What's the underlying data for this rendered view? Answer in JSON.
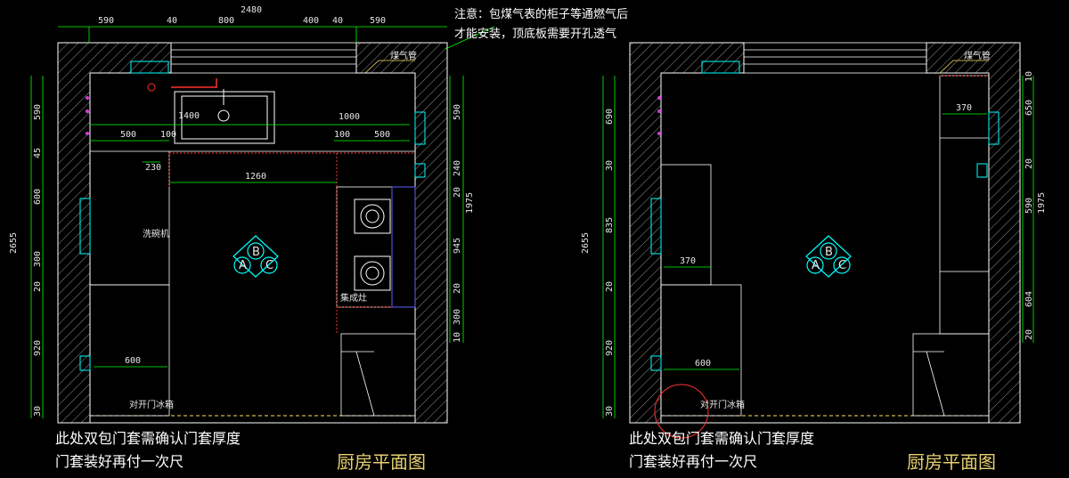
{
  "top_note": {
    "line1": "注意：包煤气表的柜子等通燃气后",
    "line2": "才能安装，顶底板需要开孔透气"
  },
  "left_plan": {
    "title": "厨房平面图",
    "footnote_line1": "此处双包门套需确认门套厚度",
    "footnote_line2": "门套装好再付一次尺",
    "labels": {
      "gas_pipe": "煤气管",
      "dishwasher": "洗碗机",
      "stove": "集成灶",
      "fridge": "对开门冰箱",
      "sink": "1400"
    },
    "top_dims": [
      "2480",
      "590",
      "40",
      "800",
      "400",
      "40",
      "590"
    ],
    "inner_dims": [
      "1000",
      "500",
      "100",
      "100",
      "500",
      "230",
      "1260",
      "600"
    ],
    "left_dims": [
      "2655",
      "590",
      "45",
      "600",
      "300",
      "20",
      "920",
      "30"
    ],
    "right_dims": [
      "1975",
      "590",
      "240",
      "20",
      "945",
      "20",
      "300",
      "10"
    ],
    "markers": [
      "A",
      "B",
      "C"
    ]
  },
  "right_plan": {
    "title": "厨房平面图",
    "footnote_line1": "此处双包门套需确认门套厚度",
    "footnote_line2": "门套装好再付一次尺",
    "labels": {
      "gas_pipe": "煤气管",
      "fridge": "对开门冰箱"
    },
    "inner_dims": [
      "370",
      "370",
      "600"
    ],
    "left_dims": [
      "2655",
      "690",
      "30",
      "835",
      "20",
      "920",
      "30"
    ],
    "right_dims": [
      "1975",
      "10",
      "650",
      "20",
      "590",
      "604",
      "20"
    ],
    "markers": [
      "A",
      "B",
      "C"
    ]
  },
  "colors": {
    "wall": "#ffffff",
    "dim": "#00ff00",
    "cyan": "#00ffff",
    "red": "#ff3030",
    "blue": "#6060ff",
    "yellow": "#e8d070"
  }
}
